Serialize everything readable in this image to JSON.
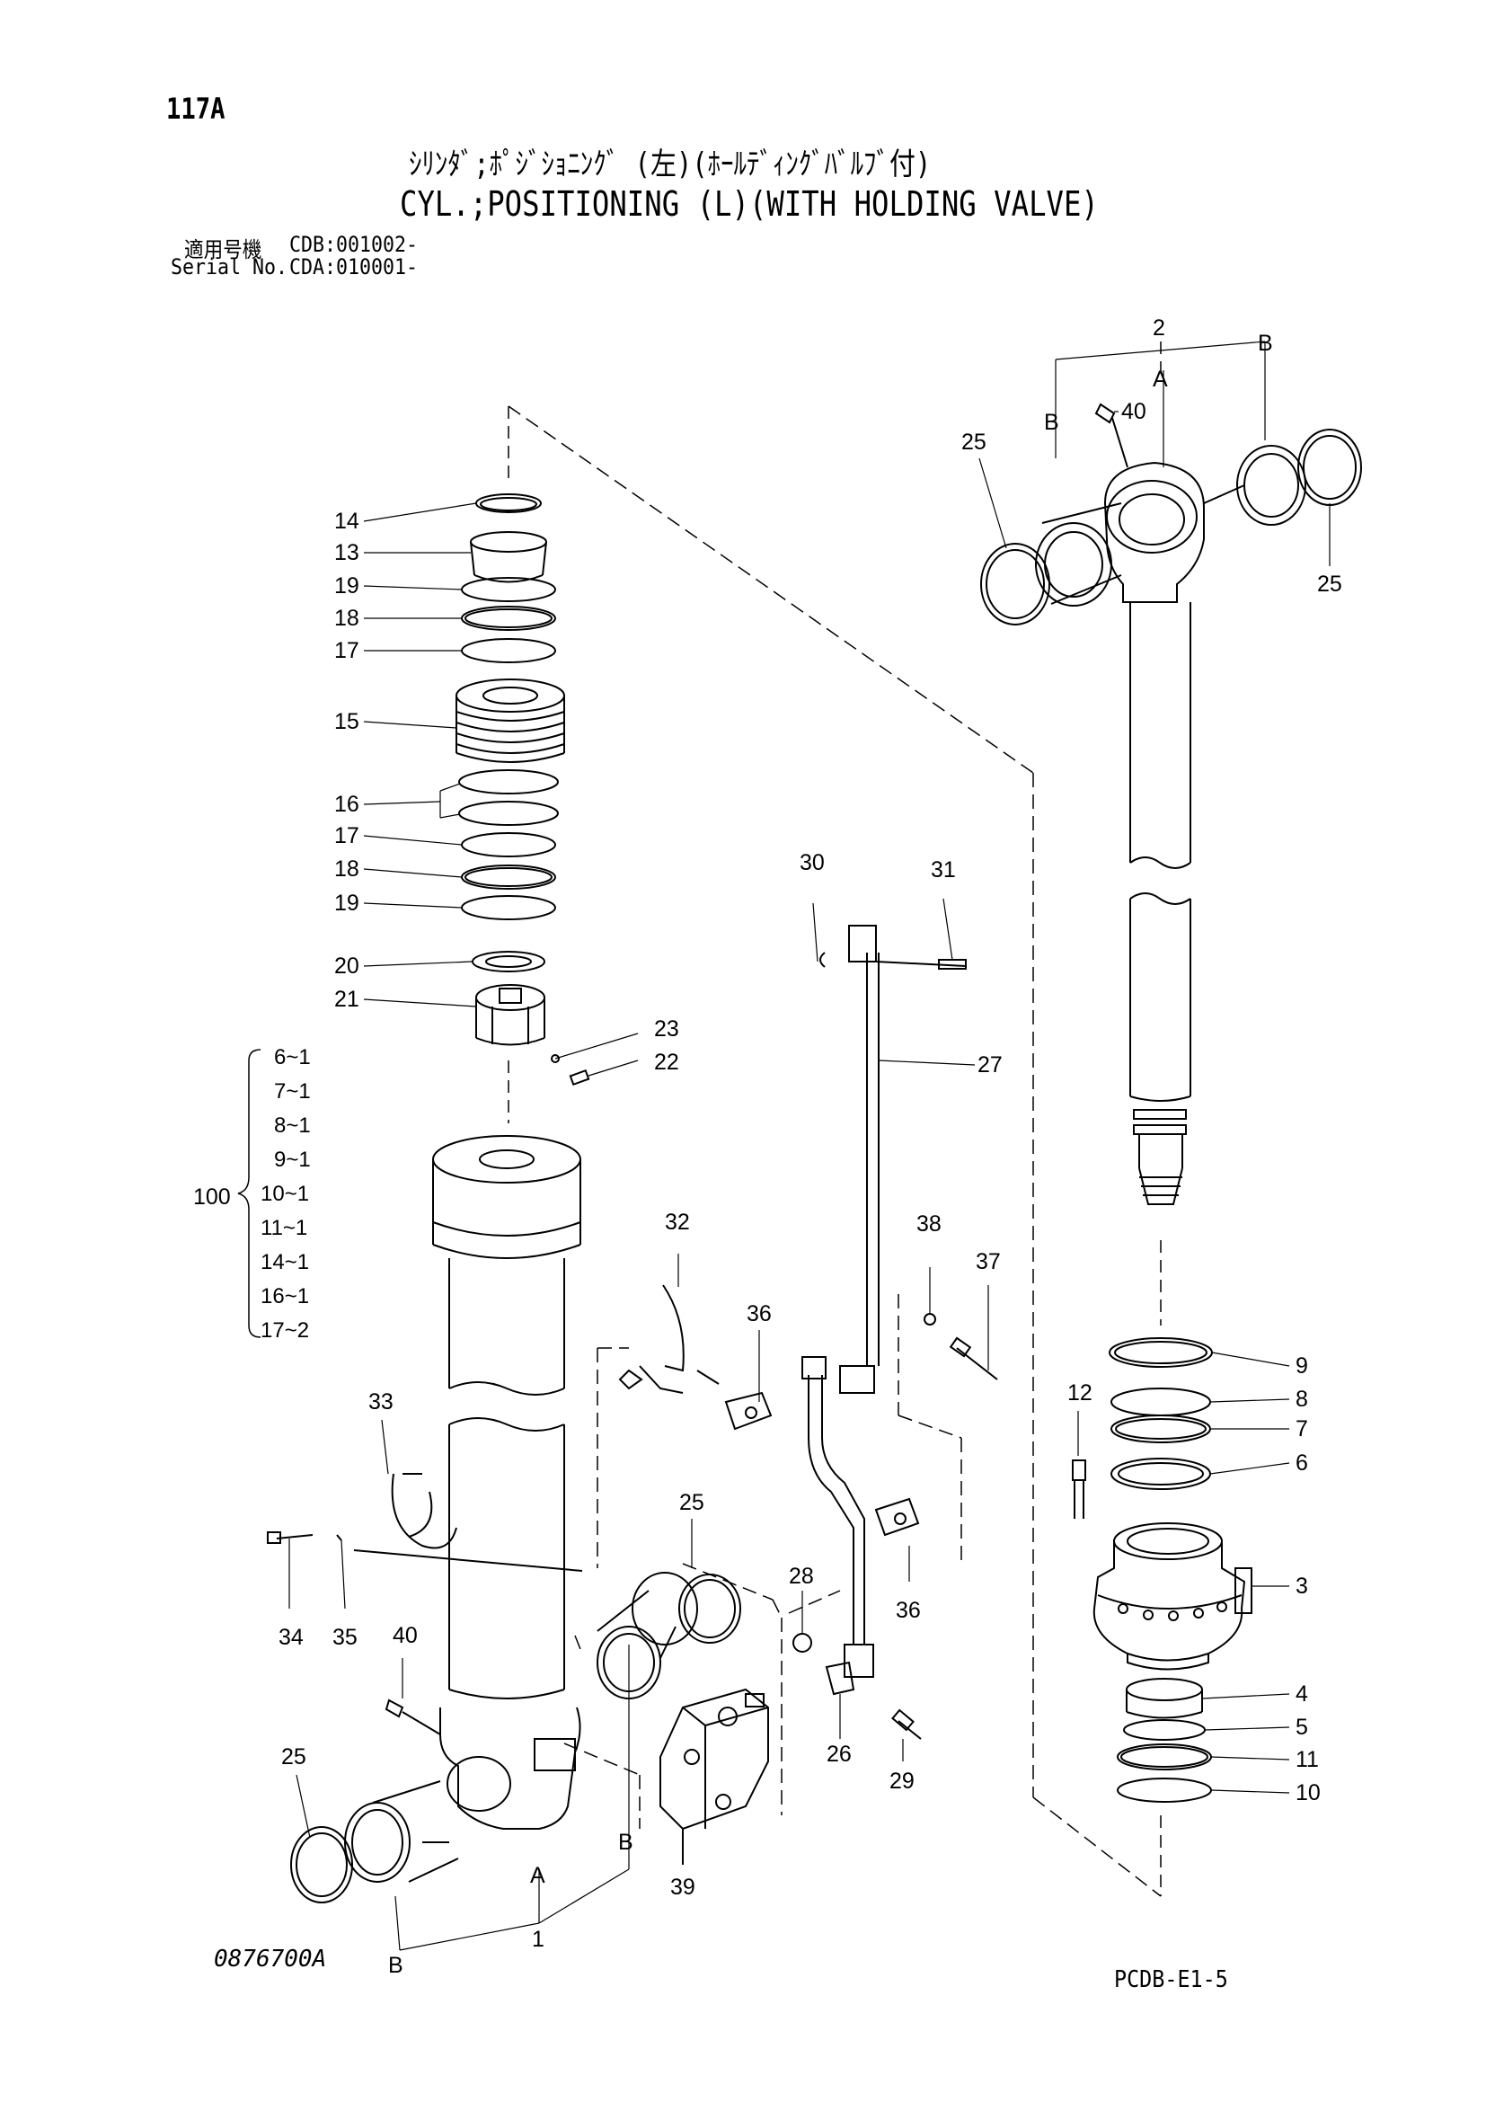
{
  "page_number": "117A",
  "title_jp": "ｼﾘﾝﾀﾞ;ﾎﾟｼﾞｼｮﾆﾝｸﾞ (左)(ﾎｰﾙﾃﾞｨﾝｸﾞﾊﾞﾙﾌﾞ付)",
  "title_en": "CYL.;POSITIONING (L)(WITH HOLDING VALVE)",
  "serial": {
    "label_jp": "適用号機",
    "label_en": "Serial No.",
    "value_1": "CDB:001002-",
    "value_2": "CDA:010001-"
  },
  "doc_code": "0876700A",
  "page_code": "PCDB-E1-5",
  "callouts": {
    "c14": "14",
    "c13": "13",
    "c19a": "19",
    "c18a": "18",
    "c17a": "17",
    "c15": "15",
    "c16": "16",
    "c17b": "17",
    "c18b": "18",
    "c19b": "19",
    "c20": "20",
    "c21": "21",
    "c23": "23",
    "c22": "22",
    "c2": "2",
    "c2_letter": "A",
    "c_b_top_right": "B",
    "c_b_top_left": "B",
    "c40_top": "40",
    "c25_tl": "25",
    "c25_tr": "25",
    "c30": "30",
    "c31": "31",
    "c27": "27",
    "c32": "32",
    "c36a": "36",
    "c38": "38",
    "c37": "37",
    "c33": "33",
    "c25_mid": "25",
    "c28": "28",
    "c36b": "36",
    "c34": "34",
    "c35": "35",
    "c40_low": "40",
    "c26": "26",
    "c29": "29",
    "c25_bl": "25",
    "c_b_bottom": "B",
    "c_a_bottom": "A",
    "c1": "1",
    "c_b_valve": "B",
    "c39": "39",
    "c12": "12",
    "c9": "9",
    "c8": "8",
    "c7": "7",
    "c6": "6",
    "c3": "3",
    "c4": "4",
    "c5": "5",
    "c11": "11",
    "c10": "10"
  },
  "kit": {
    "label": "100",
    "items": [
      "6~1",
      "7~1",
      "8~1",
      "9~1",
      "10~1",
      "11~1",
      "14~1",
      "16~1",
      "17~2"
    ]
  }
}
